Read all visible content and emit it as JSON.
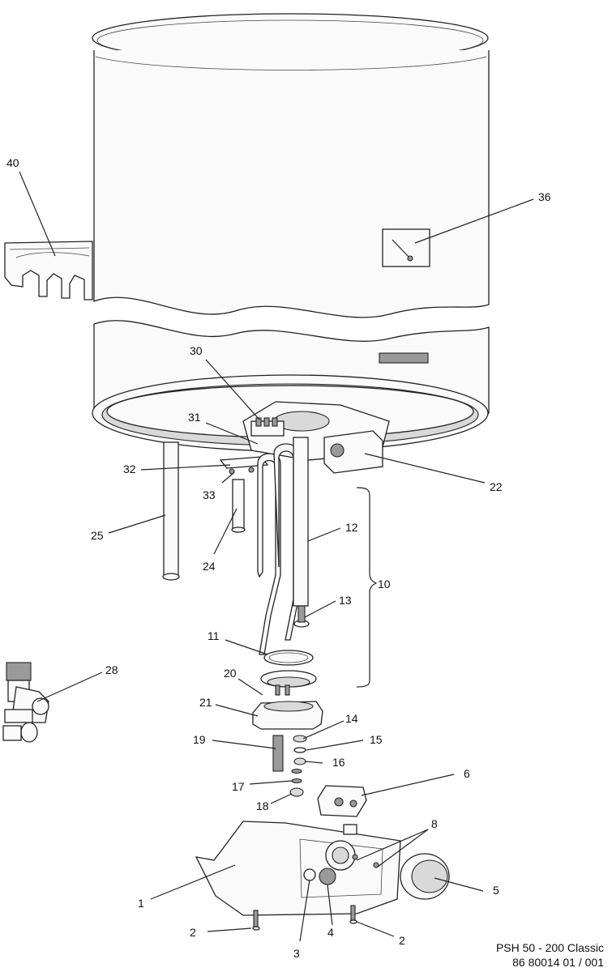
{
  "diagram": {
    "part_labels": [
      "40",
      "36",
      "30",
      "31",
      "32",
      "33",
      "25",
      "24",
      "22",
      "12",
      "10",
      "13",
      "11",
      "28",
      "20",
      "21",
      "14",
      "19",
      "15",
      "16",
      "6",
      "17",
      "18",
      "8",
      "1",
      "5",
      "2",
      "3",
      "4",
      "2"
    ]
  },
  "caption": {
    "model": "PSH 50 - 200 Classic",
    "code": "86 80014 01 / 001"
  }
}
